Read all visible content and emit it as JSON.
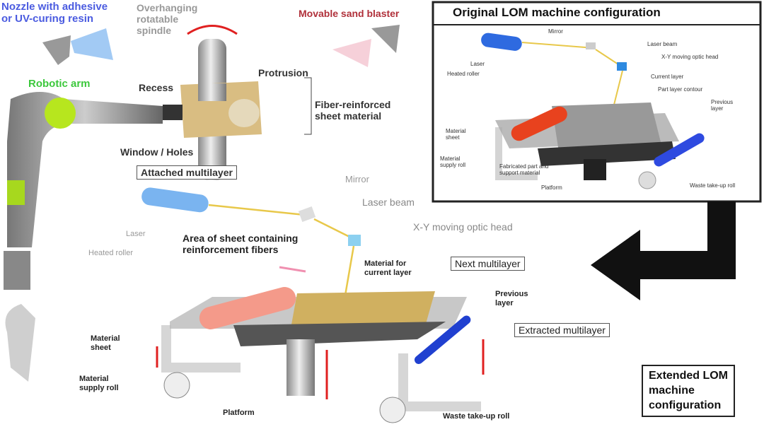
{
  "top_section": {
    "nozzle": "Nozzle with adhesive\nor UV-curing resin",
    "spindle": "Overhanging\nrotatable\nspindle",
    "sand_blaster": "Movable sand blaster",
    "robotic_arm": "Robotic arm",
    "recess": "Recess",
    "protrusion": "Protrusion",
    "fiber_sheet": "Fiber-reinforced\nsheet material",
    "window_holes": "Window / Holes",
    "attached_multilayer": "Attached multilayer"
  },
  "inset": {
    "title": "Original LOM machine configuration",
    "labels": {
      "mirror": "Mirror",
      "laser_beam": "Laser beam",
      "optic_head": "X-Y moving optic head",
      "laser": "Laser",
      "heated_roller": "Heated roller",
      "current_layer": "Current layer",
      "part_contour": "Part layer contour",
      "previous_layer": "Previous\nlayer",
      "material_sheet": "Material\nsheet",
      "supply_roll": "Material\nsupply roll",
      "fabricated_part": "Fabricated part and\nsupport material",
      "platform": "Platform",
      "waste_roll": "Waste take-up roll"
    }
  },
  "main": {
    "mirror": "Mirror",
    "laser_beam": "Laser beam",
    "optic_head": "X-Y moving optic head",
    "laser": "Laser",
    "heated_roller": "Heated roller",
    "reinforcement_area": "Area of sheet containing\nreinforcement fibers",
    "material_current": "Material for\ncurrent layer",
    "next_multilayer": "Next multilayer",
    "previous_layer": "Previous\nlayer",
    "extracted_multilayer": "Extracted multilayer",
    "material_sheet": "Material\nsheet",
    "supply_roll": "Material\nsupply roll",
    "platform": "Platform",
    "waste_roll": "Waste take-up roll",
    "extended_title": "Extended LOM\nmachine\nconfiguration"
  },
  "colors": {
    "blue_text": "#4a5be0",
    "green_text": "#3cc83c",
    "red_text": "#b0303a",
    "laser_blue": "#3a6fe0",
    "roller_red": "#e8421e"
  }
}
